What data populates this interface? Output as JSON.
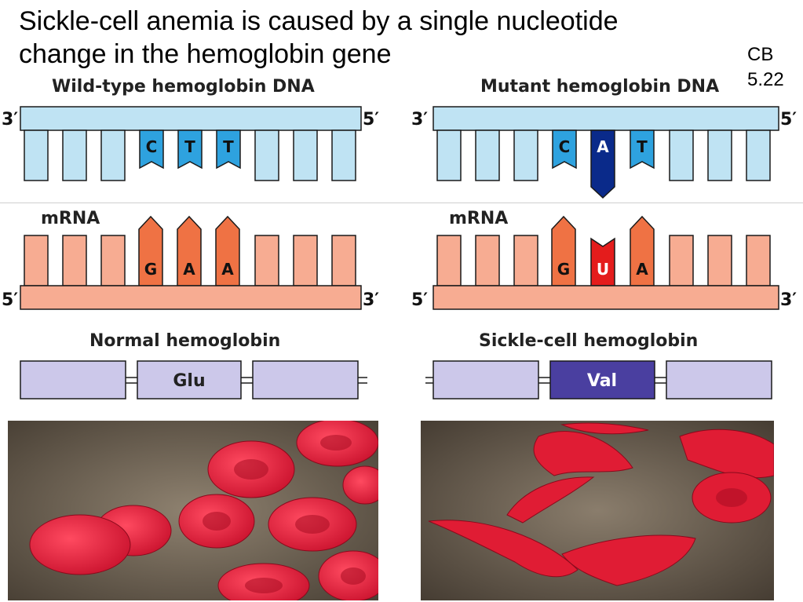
{
  "title_line1": "Sickle-cell anemia is caused by a single nucleotide",
  "title_line2": "change in the hemoglobin gene",
  "ref_line1": "CB",
  "ref_line2": "5.22",
  "wild": {
    "dna_header": "Wild-type hemoglobin DNA",
    "dna_left_end": "3′",
    "dna_right_end": "5′",
    "dna_bases": [
      "C",
      "T",
      "T"
    ],
    "mrna_label": "mRNA",
    "mrna_bases": [
      "G",
      "A",
      "A"
    ],
    "mrna_left_end": "5′",
    "mrna_right_end": "3′",
    "protein_header": "Normal hemoglobin",
    "amino_acid": "Glu"
  },
  "mutant": {
    "dna_header": "Mutant hemoglobin DNA",
    "dna_left_end": "3′",
    "dna_right_end": "5′",
    "dna_bases": [
      "C",
      "A",
      "T"
    ],
    "mrna_label": "mRNA",
    "mrna_bases": [
      "G",
      "U",
      "A"
    ],
    "mrna_left_end": "5′",
    "mrna_right_end": "3′",
    "protein_header": "Sickle-cell hemoglobin",
    "amino_acid": "Val"
  },
  "colors": {
    "dna": "#bfe3f3",
    "dna_highlight": "#2ea2df",
    "dna_mutant": "#0a2a8a",
    "mrna": "#f7ac92",
    "mrna_highlight": "#ef7244",
    "mrna_mutant": "#e41c1c",
    "protein": "#ccc8ea",
    "protein_mutant": "#4a3fa0"
  }
}
